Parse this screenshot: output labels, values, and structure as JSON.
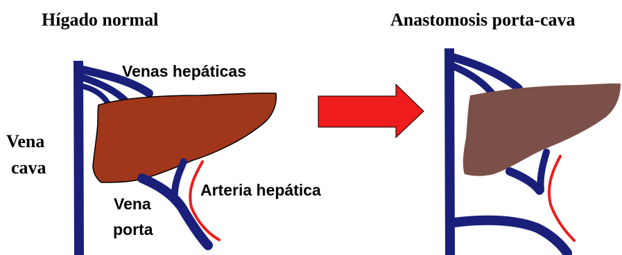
{
  "left_panel": {
    "title": "Hígado normal",
    "label_hepatic_veins": "Venas hepáticas",
    "label_vena_cava_line1": "Vena",
    "label_vena_cava_line2": "cava",
    "label_portal_vein_line1": "Vena",
    "label_portal_vein_line2": "porta",
    "label_hepatic_artery": "Arteria hepática"
  },
  "right_panel": {
    "title": "Anastomosis porta-cava"
  },
  "colors": {
    "vein": "#1a1f7a",
    "artery": "#ee1c1c",
    "liver_normal": "#a0371a",
    "liver_diseased": "#7a5048",
    "arrow": "#ee1c1c",
    "outline": "#000000"
  }
}
